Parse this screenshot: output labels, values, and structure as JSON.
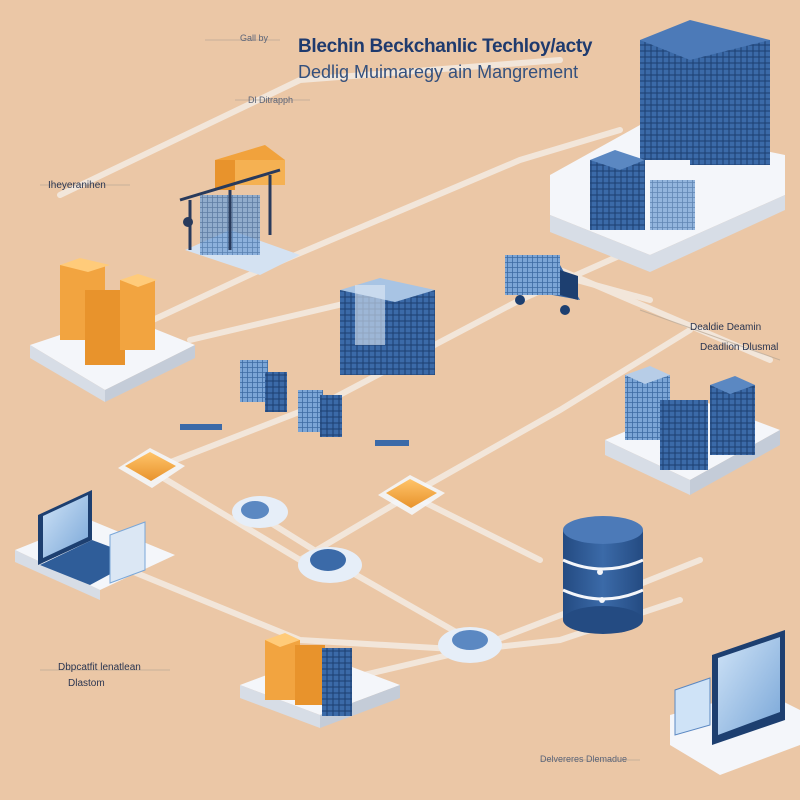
{
  "title": {
    "line1": "Blechin Beckchanlic Techloy/acty",
    "line2": "Dedlig Muimaregy ain Mangrement"
  },
  "labels": {
    "top_small": "Gall by",
    "top_left": "Dl Ditrapph",
    "left_mid": "Iheyeranihen",
    "bottom_left_1": "Dbpcatfit lenatlean",
    "bottom_left_2": "Dlastom",
    "right_mid_1": "Dealdie Deamin",
    "right_mid_2": "Deadlion Dlusmal",
    "bottom_right": "Delvereres Dlemadue"
  },
  "colors": {
    "background": "#ebc7a6",
    "primary_blue": "#2f5d99",
    "dark_blue": "#1d3f70",
    "accent_orange": "#f1a23c",
    "platform": "#f4f6fa"
  },
  "icons": [
    "crane-icon",
    "server-rack-icon",
    "boxes-icon",
    "truck-icon",
    "laptop-icon",
    "database-icon",
    "monitor-icon",
    "cloud-icon"
  ]
}
